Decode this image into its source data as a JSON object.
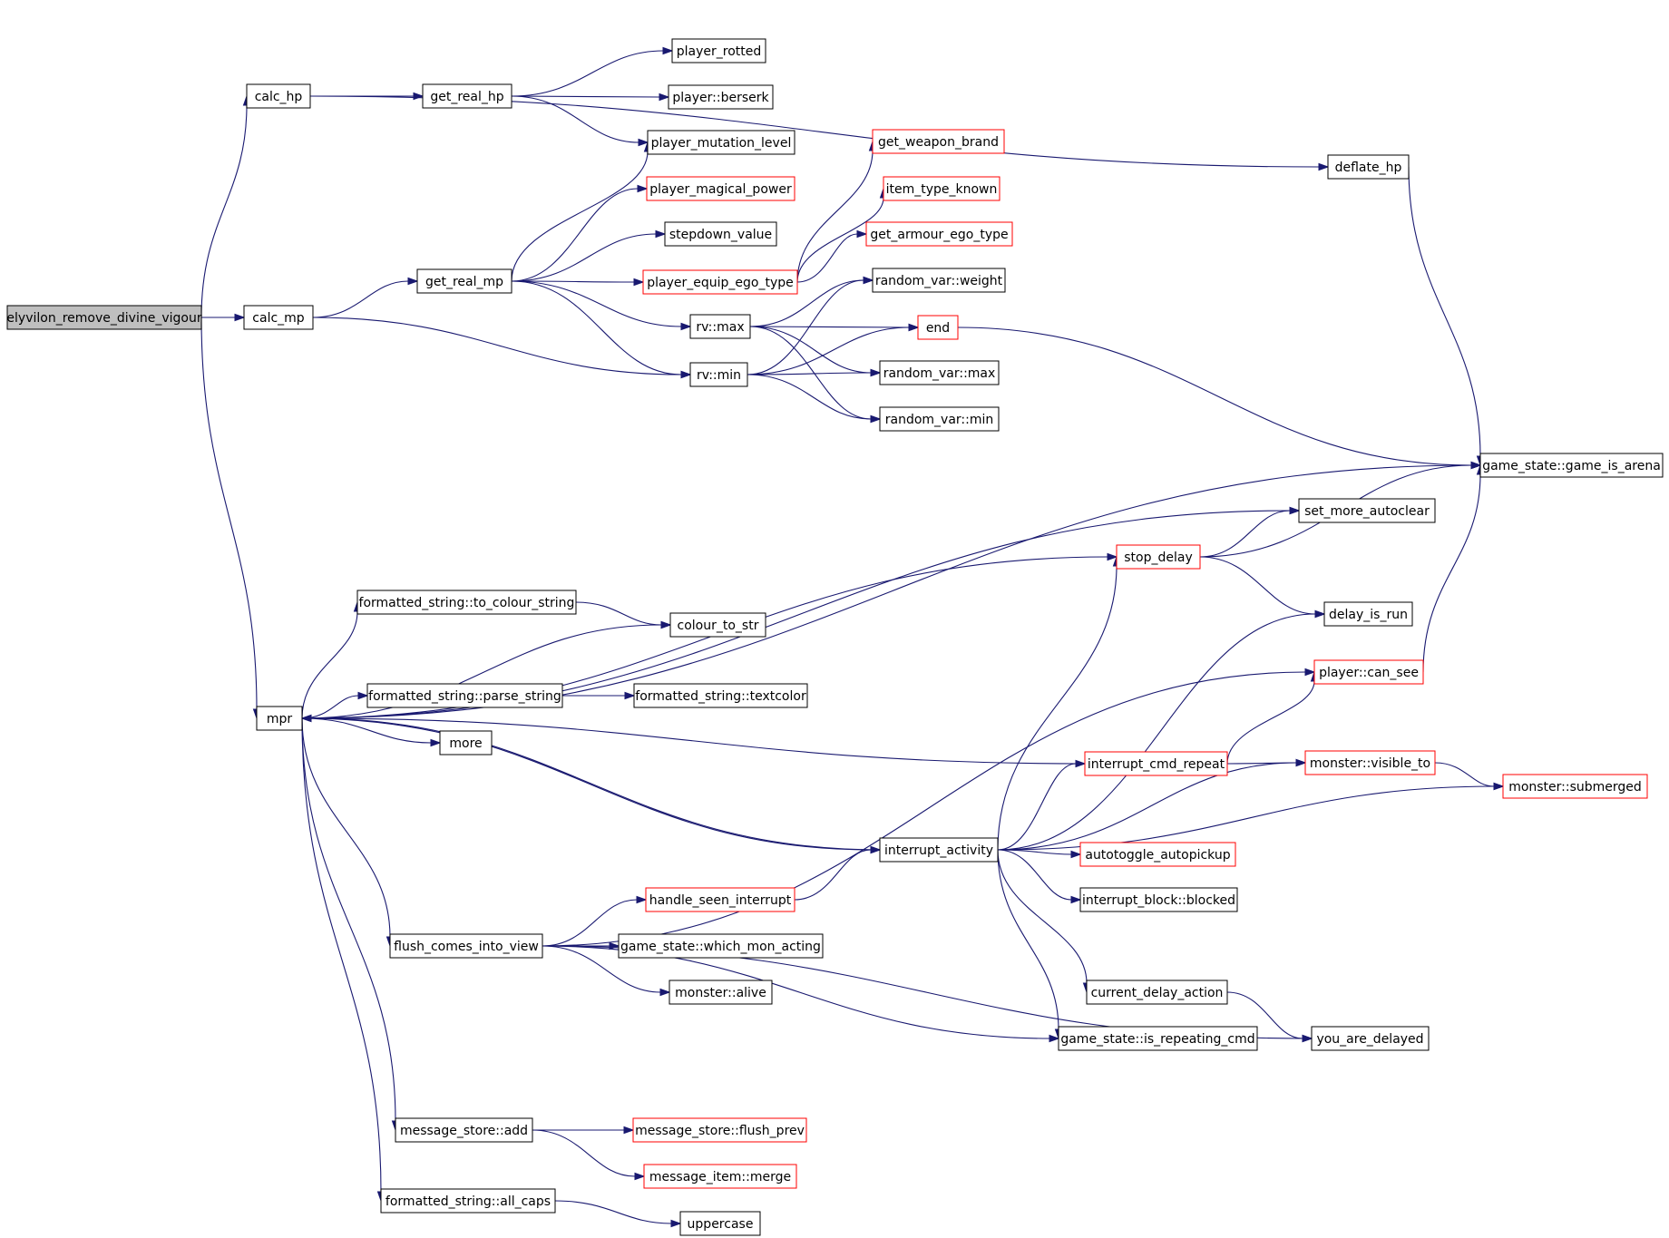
{
  "colors": {
    "edge": "#191970",
    "node_border": "#000000",
    "node_border_incomplete": "#ff0000",
    "root_fill": "#bfbfbf",
    "node_fill": "#ffffff"
  },
  "nodes": [
    {
      "id": "root",
      "label": "elyvilon_remove_divine_vigour",
      "style": "root"
    },
    {
      "id": "calc_hp",
      "label": "calc_hp",
      "style": "normal"
    },
    {
      "id": "get_real_hp",
      "label": "get_real_hp",
      "style": "normal"
    },
    {
      "id": "player_rotted",
      "label": "player_rotted",
      "style": "normal"
    },
    {
      "id": "player_berserk",
      "label": "player::berserk",
      "style": "normal"
    },
    {
      "id": "player_mutation_level",
      "label": "player_mutation_level",
      "style": "normal"
    },
    {
      "id": "deflate_hp",
      "label": "deflate_hp",
      "style": "normal"
    },
    {
      "id": "get_weapon_brand",
      "label": "get_weapon_brand",
      "style": "red"
    },
    {
      "id": "player_magical_power",
      "label": "player_magical_power",
      "style": "red"
    },
    {
      "id": "item_type_known",
      "label": "item_type_known",
      "style": "red"
    },
    {
      "id": "stepdown_value",
      "label": "stepdown_value",
      "style": "normal"
    },
    {
      "id": "get_armour_ego_type",
      "label": "get_armour_ego_type",
      "style": "red"
    },
    {
      "id": "get_real_mp",
      "label": "get_real_mp",
      "style": "normal"
    },
    {
      "id": "player_equip_ego_type",
      "label": "player_equip_ego_type",
      "style": "red"
    },
    {
      "id": "random_var_weight",
      "label": "random_var::weight",
      "style": "normal"
    },
    {
      "id": "calc_mp",
      "label": "calc_mp",
      "style": "normal"
    },
    {
      "id": "rv_max",
      "label": "rv::max",
      "style": "normal"
    },
    {
      "id": "end",
      "label": "end",
      "style": "red"
    },
    {
      "id": "rv_min",
      "label": "rv::min",
      "style": "normal"
    },
    {
      "id": "random_var_max",
      "label": "random_var::max",
      "style": "normal"
    },
    {
      "id": "random_var_min",
      "label": "random_var::min",
      "style": "normal"
    },
    {
      "id": "game_is_arena",
      "label": "game_state::game_is_arena",
      "style": "normal"
    },
    {
      "id": "set_more_autoclear",
      "label": "set_more_autoclear",
      "style": "normal"
    },
    {
      "id": "stop_delay",
      "label": "stop_delay",
      "style": "red"
    },
    {
      "id": "to_colour_string",
      "label": "formatted_string::to_colour_string",
      "style": "normal"
    },
    {
      "id": "colour_to_str",
      "label": "colour_to_str",
      "style": "normal"
    },
    {
      "id": "delay_is_run",
      "label": "delay_is_run",
      "style": "normal"
    },
    {
      "id": "player_can_see",
      "label": "player::can_see",
      "style": "red"
    },
    {
      "id": "parse_string",
      "label": "formatted_string::parse_string",
      "style": "normal"
    },
    {
      "id": "textcolor",
      "label": "formatted_string::textcolor",
      "style": "normal"
    },
    {
      "id": "mpr",
      "label": "mpr",
      "style": "normal"
    },
    {
      "id": "more",
      "label": "more",
      "style": "normal"
    },
    {
      "id": "interrupt_cmd_repeat",
      "label": "interrupt_cmd_repeat",
      "style": "red"
    },
    {
      "id": "monster_visible_to",
      "label": "monster::visible_to",
      "style": "red"
    },
    {
      "id": "monster_submerged",
      "label": "monster::submerged",
      "style": "red"
    },
    {
      "id": "interrupt_activity",
      "label": "interrupt_activity",
      "style": "normal"
    },
    {
      "id": "autotoggle_autopickup",
      "label": "autotoggle_autopickup",
      "style": "red"
    },
    {
      "id": "handle_seen_interrupt",
      "label": "handle_seen_interrupt",
      "style": "red"
    },
    {
      "id": "interrupt_block_blocked",
      "label": "interrupt_block::blocked",
      "style": "normal"
    },
    {
      "id": "flush_comes_into_view",
      "label": "flush_comes_into_view",
      "style": "normal"
    },
    {
      "id": "which_mon_acting",
      "label": "game_state::which_mon_acting",
      "style": "normal"
    },
    {
      "id": "monster_alive",
      "label": "monster::alive",
      "style": "normal"
    },
    {
      "id": "current_delay_action",
      "label": "current_delay_action",
      "style": "normal"
    },
    {
      "id": "is_repeating_cmd",
      "label": "game_state::is_repeating_cmd",
      "style": "normal"
    },
    {
      "id": "you_are_delayed",
      "label": "you_are_delayed",
      "style": "normal"
    },
    {
      "id": "message_store_add",
      "label": "message_store::add",
      "style": "normal"
    },
    {
      "id": "flush_prev",
      "label": "message_store::flush_prev",
      "style": "red"
    },
    {
      "id": "message_item_merge",
      "label": "message_item::merge",
      "style": "red"
    },
    {
      "id": "all_caps",
      "label": "formatted_string::all_caps",
      "style": "normal"
    },
    {
      "id": "uppercase",
      "label": "uppercase",
      "style": "normal"
    }
  ],
  "edges": [
    [
      "root",
      "calc_hp"
    ],
    [
      "root",
      "calc_mp"
    ],
    [
      "root",
      "mpr"
    ],
    [
      "calc_hp",
      "get_real_hp"
    ],
    [
      "calc_hp",
      "deflate_hp"
    ],
    [
      "get_real_hp",
      "player_rotted"
    ],
    [
      "get_real_hp",
      "player_berserk"
    ],
    [
      "get_real_hp",
      "player_mutation_level"
    ],
    [
      "deflate_hp",
      "game_is_arena"
    ],
    [
      "calc_mp",
      "get_real_mp"
    ],
    [
      "calc_mp",
      "rv_min"
    ],
    [
      "get_real_mp",
      "player_mutation_level"
    ],
    [
      "get_real_mp",
      "player_magical_power"
    ],
    [
      "get_real_mp",
      "stepdown_value"
    ],
    [
      "get_real_mp",
      "player_equip_ego_type"
    ],
    [
      "get_real_mp",
      "rv_max"
    ],
    [
      "get_real_mp",
      "rv_min"
    ],
    [
      "player_equip_ego_type",
      "get_weapon_brand"
    ],
    [
      "player_equip_ego_type",
      "item_type_known"
    ],
    [
      "player_equip_ego_type",
      "get_armour_ego_type"
    ],
    [
      "rv_max",
      "random_var_weight"
    ],
    [
      "rv_max",
      "end"
    ],
    [
      "rv_max",
      "random_var_max"
    ],
    [
      "rv_max",
      "random_var_min"
    ],
    [
      "rv_min",
      "random_var_weight"
    ],
    [
      "rv_min",
      "end"
    ],
    [
      "rv_min",
      "random_var_max"
    ],
    [
      "rv_min",
      "random_var_min"
    ],
    [
      "end",
      "game_is_arena"
    ],
    [
      "mpr",
      "game_is_arena"
    ],
    [
      "mpr",
      "set_more_autoclear"
    ],
    [
      "mpr",
      "stop_delay"
    ],
    [
      "mpr",
      "to_colour_string"
    ],
    [
      "mpr",
      "colour_to_str"
    ],
    [
      "mpr",
      "parse_string"
    ],
    [
      "mpr",
      "more"
    ],
    [
      "mpr",
      "interrupt_activity"
    ],
    [
      "mpr",
      "flush_comes_into_view"
    ],
    [
      "mpr",
      "message_store_add"
    ],
    [
      "mpr",
      "all_caps"
    ],
    [
      "to_colour_string",
      "colour_to_str"
    ],
    [
      "parse_string",
      "textcolor"
    ],
    [
      "stop_delay",
      "set_more_autoclear"
    ],
    [
      "stop_delay",
      "game_is_arena"
    ],
    [
      "stop_delay",
      "delay_is_run"
    ],
    [
      "player_can_see",
      "game_is_arena"
    ],
    [
      "interrupt_cmd_repeat",
      "mpr"
    ],
    [
      "interrupt_cmd_repeat",
      "player_can_see"
    ],
    [
      "interrupt_cmd_repeat",
      "monster_visible_to"
    ],
    [
      "monster_visible_to",
      "monster_submerged"
    ],
    [
      "interrupt_activity",
      "mpr"
    ],
    [
      "interrupt_activity",
      "stop_delay"
    ],
    [
      "interrupt_activity",
      "delay_is_run"
    ],
    [
      "interrupt_activity",
      "interrupt_cmd_repeat"
    ],
    [
      "interrupt_activity",
      "monster_submerged"
    ],
    [
      "interrupt_activity",
      "autotoggle_autopickup"
    ],
    [
      "interrupt_activity",
      "interrupt_block_blocked"
    ],
    [
      "interrupt_activity",
      "monster_visible_to"
    ],
    [
      "interrupt_activity",
      "current_delay_action"
    ],
    [
      "interrupt_activity",
      "is_repeating_cmd"
    ],
    [
      "current_delay_action",
      "you_are_delayed"
    ],
    [
      "handle_seen_interrupt",
      "interrupt_activity"
    ],
    [
      "flush_comes_into_view",
      "player_can_see"
    ],
    [
      "flush_comes_into_view",
      "handle_seen_interrupt"
    ],
    [
      "flush_comes_into_view",
      "which_mon_acting"
    ],
    [
      "flush_comes_into_view",
      "monster_alive"
    ],
    [
      "flush_comes_into_view",
      "is_repeating_cmd"
    ],
    [
      "flush_comes_into_view",
      "you_are_delayed"
    ],
    [
      "message_store_add",
      "flush_prev"
    ],
    [
      "message_store_add",
      "message_item_merge"
    ],
    [
      "all_caps",
      "uppercase"
    ]
  ]
}
